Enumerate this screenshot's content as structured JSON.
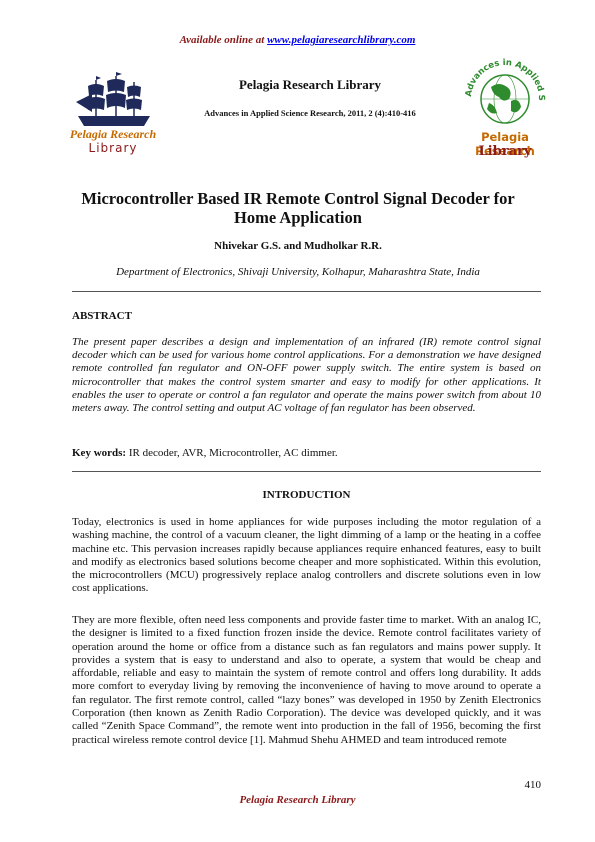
{
  "header": {
    "available_prefix": "Available online at ",
    "available_link": "www.pelagiaresearchlibrary.com",
    "journal_title": "Pelagia Research Library",
    "journal_ref": "Advances in Applied Science Research, 2011, 2 (4):410-416",
    "left_logo_line1": "Pelagia Research",
    "left_logo_line2": "Library",
    "right_logo_ring_text": "Advances in Applied Science Research",
    "right_logo_line1": "Pelagia Research",
    "right_logo_line2": "Library"
  },
  "paper": {
    "title": "Microcontroller Based IR Remote Control Signal Decoder for Home Application",
    "authors": "Nhivekar G.S. and Mudholkar R.R.",
    "affiliation": "Department of Electronics, Shivaji University, Kolhapur, Maharashtra State, India"
  },
  "abstract": {
    "heading": "ABSTRACT",
    "body": "The present paper describes a design and implementation of an infrared (IR) remote control signal decoder which can be used for various home control applications. For a demonstration we have designed remote controlled fan regulator and ON-OFF power supply switch. The entire system is based on microcontroller that makes the control system smarter and easy to modify for other applications. It enables the user to operate or control a fan regulator and operate the mains power switch from about 10 meters away. The control setting and output AC voltage of fan regulator has been observed."
  },
  "keywords": {
    "label": "Key words:",
    "text": " IR decoder, AVR, Microcontroller, AC dimmer."
  },
  "introduction": {
    "heading": "INTRODUCTION",
    "p1": "Today, electronics is used in home appliances for wide purposes including the motor regulation of a washing machine, the control of a vacuum cleaner, the light dimming of a lamp or the heating in a coffee machine etc. This pervasion increases rapidly because appliances require enhanced features, easy to built and modify as electronics based solutions become cheaper and more sophisticated. Within this evolution, the microcontrollers (MCU) progressively replace analog controllers and discrete solutions even in low cost applications.",
    "p2": "They are more flexible, often need less components and provide faster time to market. With an analog IC, the designer is limited to a fixed function frozen inside the device. Remote control facilitates variety of operation around the home or office from a distance such as fan regulators and mains power supply. It provides a system that is easy to understand and also to operate, a system that would be cheap and affordable, reliable and easy to maintain the system of remote control and offers long durability. It adds more comfort to everyday living by removing the inconvenience of having to move around to operate a fan regulator. The first remote control, called “lazy bones” was developed in 1950 by Zenith Electronics Corporation (then known as Zenith Radio Corporation). The device was developed quickly, and it was called “Zenith Space Command”, the remote went into production in the fall of 1956, becoming the first practical wireless remote control device [1]. Mahmud Shehu AHMED and team introduced remote"
  },
  "footer": {
    "page_number": "410",
    "publisher": "Pelagia Research Library"
  },
  "colors": {
    "brand_red": "#8b1a1a",
    "brand_orange": "#c46a00",
    "link_blue": "#0000ee",
    "ship_navy": "#1f2a5a",
    "globe_green": "#2e8b2e"
  },
  "icons": {
    "left_logo": "sailing-ship-icon",
    "right_logo": "globe-seal-icon"
  }
}
